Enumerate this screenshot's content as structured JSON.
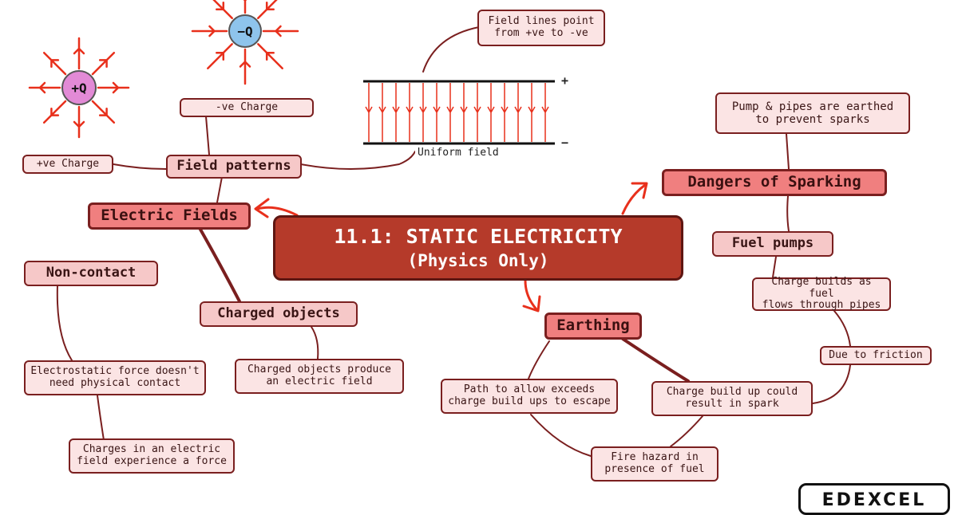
{
  "title": "11.1: STATIC ELECTRICITY",
  "subtitle": "(Physics Only)",
  "electric_fields": {
    "label": "Electric Fields",
    "field_patterns": "Field patterns",
    "pos_charge": "+ve Charge",
    "neg_charge": "-ve Charge",
    "uniform_field": "Uniform field",
    "field_lines_l1": "Field lines point",
    "field_lines_l2": "from +ve to -ve",
    "plate_plus": "+",
    "plate_minus": "−",
    "charge_pos": "+Q",
    "charge_neg": "−Q",
    "non_contact": "Non-contact",
    "electrostatic_l1": "Electrostatic force doesn't",
    "electrostatic_l2": "need physical contact",
    "charges_force_l1": "Charges in an electric",
    "charges_force_l2": "field experience a force",
    "charged_objects": "Charged objects",
    "charged_produce_l1": "Charged objects produce",
    "charged_produce_l2": "an electric field"
  },
  "sparking": {
    "label": "Dangers of Sparking",
    "pump_l1": "Pump & pipes are earthed",
    "pump_l2": "to prevent sparks",
    "fuel_pumps": "Fuel pumps",
    "charge_fuel_l1": "Charge builds as fuel",
    "charge_fuel_l2": "flows through pipes",
    "friction": "Due to friction"
  },
  "earthing": {
    "label": "Earthing",
    "path_l1": "Path to allow exceeds",
    "path_l2": "charge build ups to escape",
    "buildup_l1": "Charge build up could",
    "buildup_l2": "result in spark",
    "fire_l1": "Fire hazard in",
    "fire_l2": "presence of fuel"
  },
  "logo": "EDEXCEL",
  "colors": {
    "accent_dark": "#b53a2a",
    "main_node": "#f07f7f",
    "sub_node": "#f6c8c8",
    "leaf_node": "#fbe4e4",
    "field_line": "#e8301c",
    "pos_charge": "#e28ad6",
    "neg_charge": "#8ec4ec"
  }
}
